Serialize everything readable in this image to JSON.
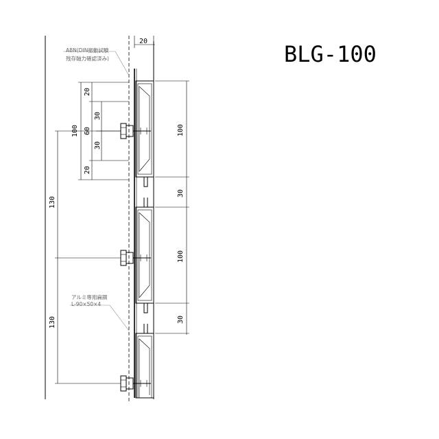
{
  "title": "BLG-100",
  "notes": {
    "anchor_line1": "ABN(DIN振動試験",
    "anchor_line2": "残存軸力確認済み)",
    "angle_line1": "アルミ専用扁鋼",
    "angle_line2": "L-90×50×4"
  },
  "dims": {
    "top_gap": "20",
    "detail_20_top": "20",
    "detail_30_a": "30",
    "detail_60": "60",
    "detail_30_b": "30",
    "detail_20_bottom": "20",
    "detail_100": "100",
    "pitch_1": "130",
    "pitch_2": "130",
    "panel_1": "100",
    "gap_1": "30",
    "panel_2": "100",
    "gap_2": "30"
  }
}
